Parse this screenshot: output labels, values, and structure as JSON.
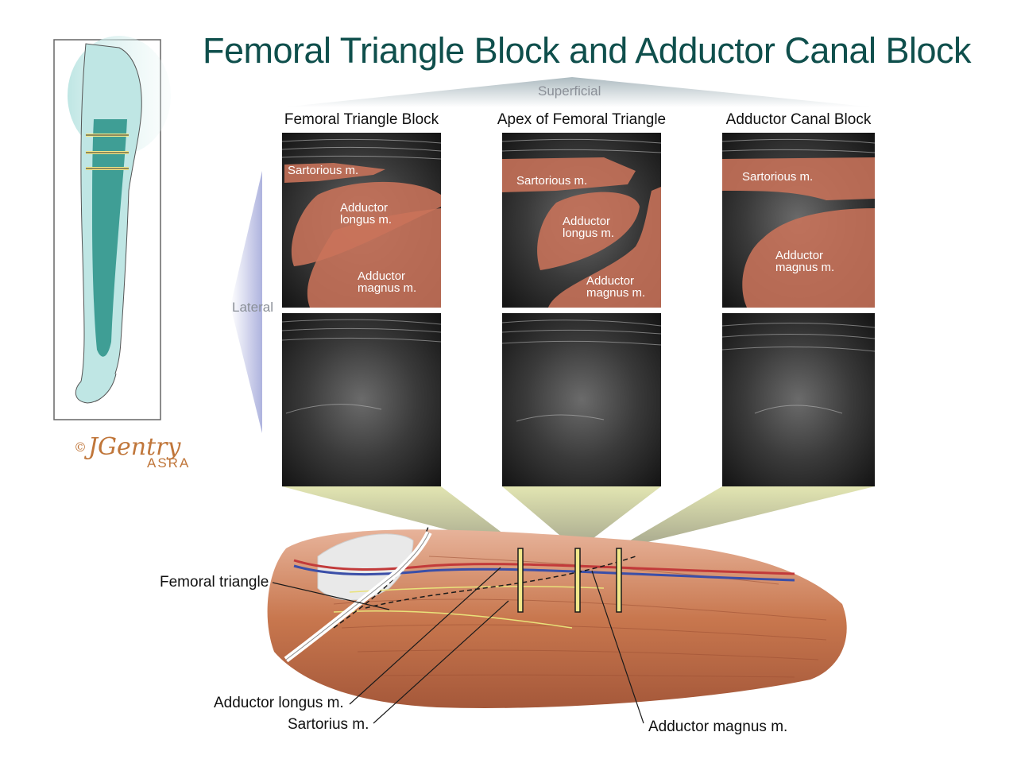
{
  "title": "Femoral Triangle Block and Adductor Canal Block",
  "orientation": {
    "superficial": "Superficial",
    "lateral": "Lateral"
  },
  "panels": [
    {
      "title": "Femoral Triangle Block",
      "labels": [
        "Sartorious m.",
        "Adductor",
        "longus m.",
        "Adductor",
        "magnus m."
      ]
    },
    {
      "title": "Apex of Femoral Triangle",
      "labels": [
        "Sartorious m.",
        "Adductor",
        "longus m.",
        "Adductor",
        "magnus m."
      ]
    },
    {
      "title": "Adductor Canal Block",
      "labels": [
        "Sartorious m.",
        "Adductor",
        "magnus m."
      ]
    }
  ],
  "callouts": {
    "femoral_triangle": "Femoral triangle",
    "adductor_longus": "Adductor longus m.",
    "sartorius": "Sartorius m.",
    "adductor_magnus": "Adductor magnus m."
  },
  "credit": {
    "symbol": "©",
    "signature": "JGentry",
    "org": "ASRA"
  },
  "colors": {
    "title": "#0f4f4c",
    "muscle_overlay": "#c9735a",
    "leg_fill": "#3f9e95",
    "leg_light": "#bfe6e4",
    "probe_wedge": "#d9dd9a"
  }
}
